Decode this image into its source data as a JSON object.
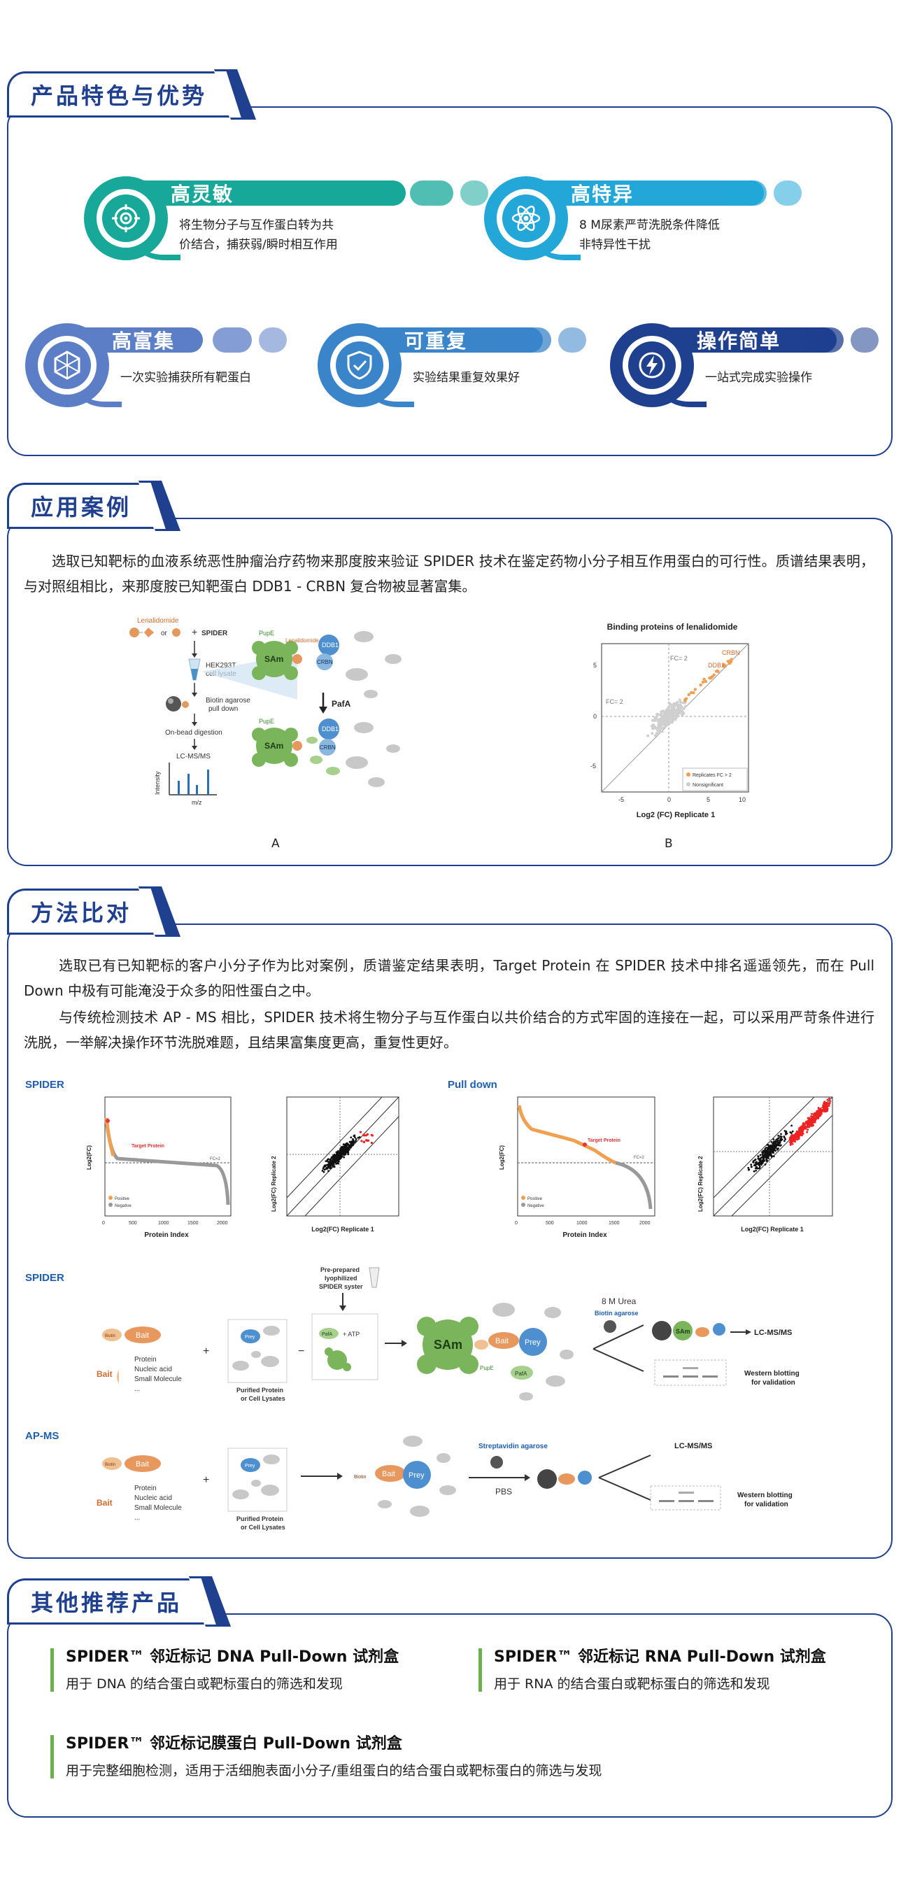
{
  "features": {
    "title": "产品特色与优势",
    "items": [
      {
        "name": "高灵敏",
        "desc": [
          "将生物分子与互作蛋白转为共",
          "价结合，捕获弱/瞬时相互作用"
        ],
        "color": "#17a89a",
        "icon": "target-icon"
      },
      {
        "name": "高特异",
        "desc": [
          "8 M尿素严苛洗脱条件降低",
          "非特异性干扰"
        ],
        "color": "#22a7d8",
        "icon": "atom-icon"
      },
      {
        "name": "高富集",
        "desc": [
          "一次实验捕获所有靶蛋白"
        ],
        "color": "#5b7ec7",
        "icon": "hexagon-icon"
      },
      {
        "name": "可重复",
        "desc": [
          "实验结果重复效果好"
        ],
        "color": "#3a84c9",
        "icon": "shield-check-icon"
      },
      {
        "name": "操作简单",
        "desc": [
          "一站式完成实验操作"
        ],
        "color": "#1f3f8f",
        "icon": "lightning-icon"
      }
    ]
  },
  "application": {
    "title": "应用案例",
    "para": "选取已知靶标的血液系统恶性肿瘤治疗药物来那度胺来验证 SPIDER 技术在鉴定药物小分子相互作用蛋白的可行性。质谱结果表明，与对照组相比，来那度胺已知靶蛋白 DDB1 - CRBN 复合物被显著富集。",
    "figA": {
      "lenalidomide": "Lenalidomide",
      "or": "or",
      "plus": "+",
      "spider": "SPIDER",
      "hek": "HEK293T",
      "lysate": "cell lysate",
      "biotin1": "Biotin agarose",
      "biotin2": "pull down",
      "digestion": "On-bead digestion",
      "lcms": "LC-MS/MS",
      "intensity": "Intensity",
      "mz": "m/z",
      "pafa": "PafA",
      "sam": "SAm",
      "ddb1": "DDB1",
      "crbn": "CRBN",
      "pupe": "PupE",
      "lenal_small": "Lenalidomide"
    },
    "figB": {
      "title": "Binding proteins of lenalidomide",
      "xlabel": "Log2 (FC)  Replicate 1",
      "fc1": "FC= 2",
      "fc2": "FC= 2",
      "crbn": "CRBN",
      "ddb1": "DDB1",
      "legend1": "Replicates FC > 2",
      "legend2": "Nonsignificant",
      "xticks": [
        "-5",
        "0",
        "5",
        "10"
      ],
      "yticks": [
        "5",
        "0",
        "-5"
      ]
    },
    "capA": "A",
    "capB": "B"
  },
  "comparison": {
    "title": "方法比对",
    "para1": "选取已有已知靶标的客户小分子作为比对案例，质谱鉴定结果表明，Target Protein 在 SPIDER 技术中排名遥遥领先，而在 Pull Down 中极有可能淹没于众多的阳性蛋白之中。",
    "para2": "与传统检测技术 AP - MS 相比，SPIDER 技术将生物分子与互作蛋白以共价结合的方式牢固的连接在一起，可以采用严苛条件进行洗脱，一举解决操作环节洗脱难题，且结果富集度更高，重复性更好。",
    "spider_label": "SPIDER",
    "pulldown_label": "Pull down",
    "rank": {
      "target": "Target Protein",
      "fc": "FC=2",
      "ylabel": "Log2(FC)",
      "xlabel": "Protein Index",
      "positive": "Positive",
      "negative": "Negative",
      "xticks": [
        "0",
        "500",
        "1000",
        "1500",
        "2000"
      ]
    },
    "scatter": {
      "xlabel": "Log2(FC) Replicate 1",
      "ylabel": "Log2(FC) Replicate 2"
    },
    "spider_flow": {
      "label": "SPIDER",
      "prepared": [
        "Pre-prepared",
        "lyophilized",
        "SPIDER syster"
      ],
      "bait": "Bait",
      "biotin": "Biotin",
      "list": [
        "Protein",
        "Nucleic acid",
        "Small Molecule",
        "..."
      ],
      "purified": [
        "Purified Protein",
        "or Cell Lysates"
      ],
      "prey": "Prey",
      "pafa": "PafA",
      "atp": "+ ATP",
      "urea": "8 M Urea",
      "biotin_agarose": "Biotin agarose",
      "lcms": "LC-MS/MS",
      "western": [
        "Western blotting",
        "for validation"
      ],
      "sam": "SAm",
      "pup": "PupE"
    },
    "apms_flow": {
      "label": "AP-MS",
      "strep": "Streptavidin agarose",
      "pbs": "PBS",
      "lcms": "LC-MS/MS",
      "western": [
        "Western blotting",
        "for validation"
      ]
    }
  },
  "products": {
    "title": "其他推荐产品",
    "items": [
      {
        "title": "SPIDER™ 邻近标记 DNA Pull-Down 试剂盒",
        "desc": "用于 DNA 的结合蛋白或靶标蛋白的筛选和发现"
      },
      {
        "title": "SPIDER™ 邻近标记 RNA Pull-Down 试剂盒",
        "desc": "用于 RNA 的结合蛋白或靶标蛋白的筛选和发现"
      },
      {
        "title": "SPIDER™ 邻近标记膜蛋白 Pull-Down 试剂盒",
        "desc": "用于完整细胞检测，适用于活细胞表面小分子/重组蛋白的结合蛋白或靶标蛋白的筛选与发现"
      }
    ]
  }
}
